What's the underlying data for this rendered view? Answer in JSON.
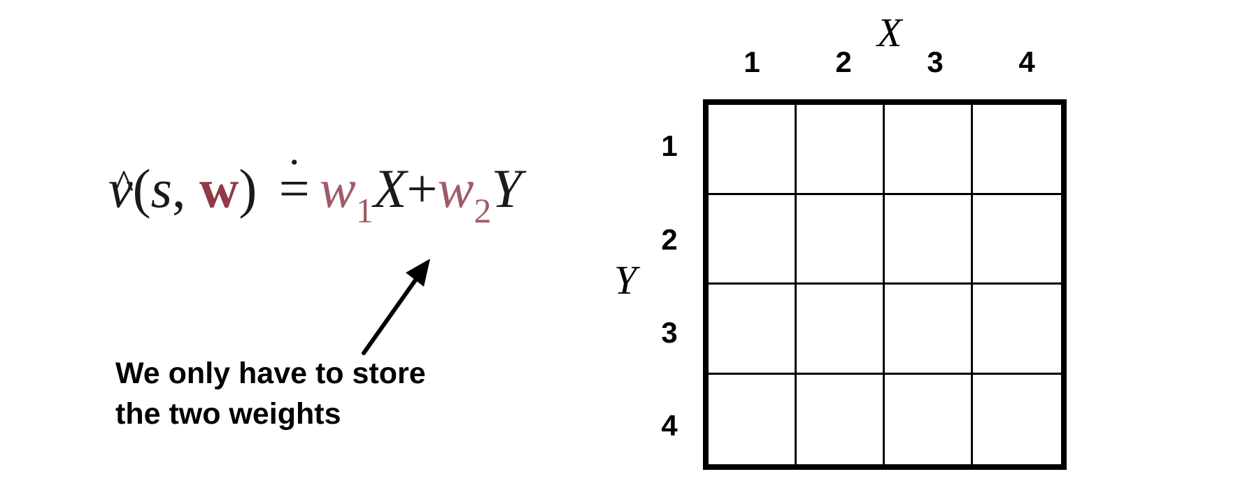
{
  "equation": {
    "vhat": "v",
    "hat": "^",
    "open": "(",
    "s": "s",
    "comma": ",",
    "w_bold": "w",
    "close": ")",
    "doteq_base": "=",
    "doteq_dot": "·",
    "w1": "w",
    "sub1": "1",
    "X": "X",
    "plus": "+",
    "w2": "w",
    "sub2": "2",
    "Y": "Y"
  },
  "annotation": {
    "line1": "We only have to store",
    "line2": "the two weights"
  },
  "grid": {
    "x_axis_title": "X",
    "y_axis_title": "Y",
    "x_ticks": [
      "1",
      "2",
      "3",
      "4"
    ],
    "y_ticks": [
      "1",
      "2",
      "3",
      "4"
    ],
    "rows": 4,
    "cols": 4
  },
  "colors": {
    "weight": "#9e5c66",
    "weight_bold": "#8e3b47",
    "ink": "#000000"
  }
}
